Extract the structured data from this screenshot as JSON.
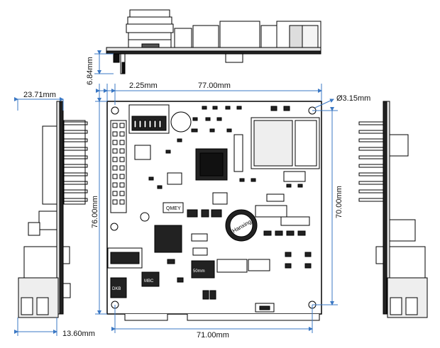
{
  "labels": {
    "side_height": "23.71mm",
    "stack_height": "6.84mm",
    "offset_left": "2.25mm",
    "board_width": "77.00mm",
    "hole_diameter": "Ø3.15mm",
    "board_height": "76.00mm",
    "hole_spacing_y": "70.00mm",
    "hole_spacing_x": "71.00mm",
    "usb_offset": "13.60mm"
  },
  "silkscreen": {
    "inductor_text": "Hanxing",
    "crystal_text": "QMEY",
    "chip_text": "MBC",
    "chip_text2": "DKB",
    "relay_text": "50mm"
  },
  "colors": {
    "dimension": "#3b78c4",
    "pcb": "#ffffff",
    "outline": "#000000"
  }
}
